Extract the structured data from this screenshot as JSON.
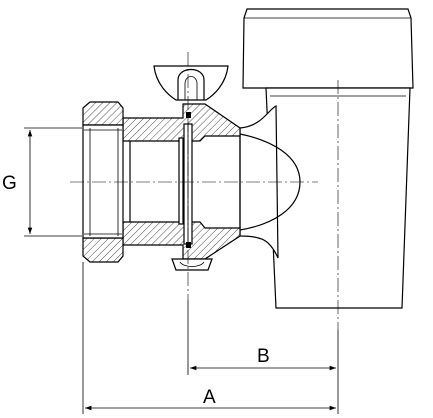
{
  "drawing": {
    "labels": {
      "dim_g": "G",
      "dim_a": "A",
      "dim_b": "B"
    },
    "colors": {
      "line": "#000000",
      "background": "#ffffff"
    }
  }
}
